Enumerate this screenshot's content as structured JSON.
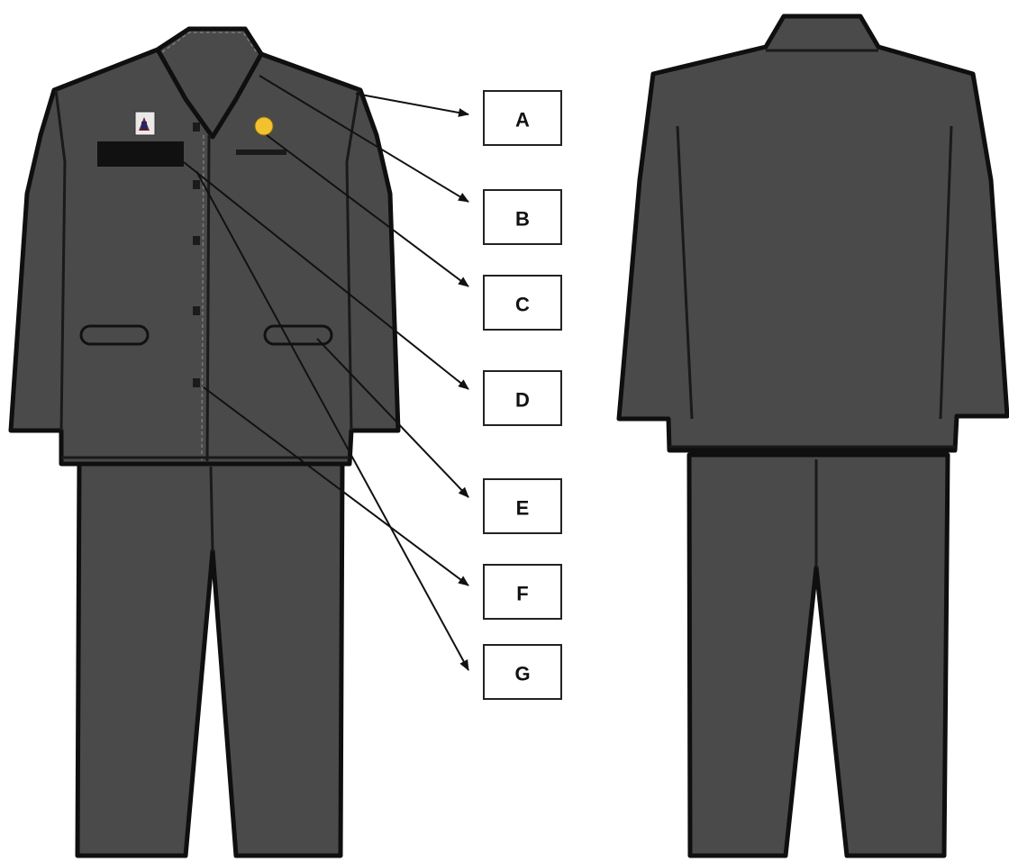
{
  "labels": [
    "A",
    "B",
    "C",
    "D",
    "E",
    "F",
    "G"
  ],
  "colors": {
    "fabric": "#4a4a4a",
    "outline": "#0f0f0f",
    "pin": "#f2c12e",
    "nameplate": "#111111"
  },
  "icons": {
    "badge": "logo-badge-icon",
    "pin": "round-pin-icon"
  }
}
